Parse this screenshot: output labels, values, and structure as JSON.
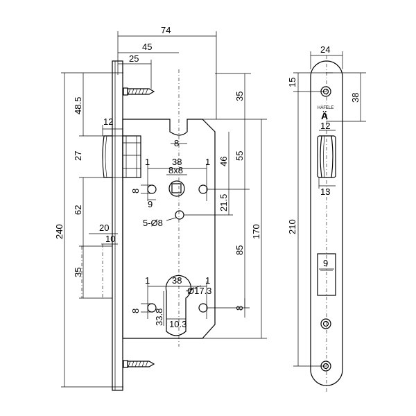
{
  "dimensions": {
    "top_74": "74",
    "top_45": "45",
    "top_25": "25",
    "left_48_5": "48.5",
    "left_12": "12",
    "left_27": "27",
    "left_62": "62",
    "left_240": "240",
    "left_20": "20",
    "left_10": "10",
    "left_35": "35",
    "body_8": "8",
    "body_1a": "1",
    "body_38a": "38",
    "body_1b": "1",
    "body_8x8": "8x8",
    "body_8b": "8",
    "body_9a": "9",
    "body_5d8": "5-Ø8",
    "body_1c": "1",
    "body_38b": "38",
    "body_1d": "1",
    "body_d17": "Ø17.3",
    "body_8c": "8",
    "body_33_8": "33.8",
    "body_10_3": "10.3",
    "right_35": "35",
    "right_55": "55",
    "right_46": "46",
    "right_21_5": "21.5",
    "right_170": "170",
    "right_85": "85",
    "right_8": "8",
    "plate_24": "24",
    "plate_15": "15",
    "plate_38": "38",
    "plate_12": "12",
    "plate_13": "13",
    "plate_210": "210",
    "plate_9": "9"
  },
  "logo": {
    "brand": "HÄFELE",
    "mark": "Ä"
  }
}
